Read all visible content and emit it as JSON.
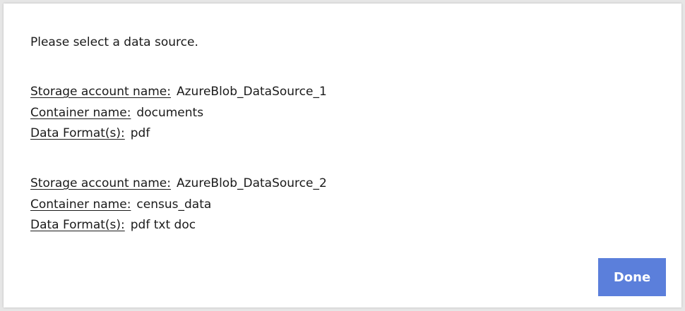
{
  "dialog": {
    "prompt": "Please select a data source.",
    "sources": [
      {
        "storage_label": "Storage account name:",
        "storage_value": "AzureBlob_DataSource_1",
        "container_label": "Container name:",
        "container_value": "documents",
        "format_label": "Data Format(s):",
        "format_value": "pdf"
      },
      {
        "storage_label": "Storage account name:",
        "storage_value": "AzureBlob_DataSource_2",
        "container_label": "Container name:",
        "container_value": "census_data",
        "format_label": "Data Format(s):",
        "format_value": "pdf txt doc"
      }
    ],
    "done_label": "Done",
    "done_color": "#5b7fdb"
  }
}
